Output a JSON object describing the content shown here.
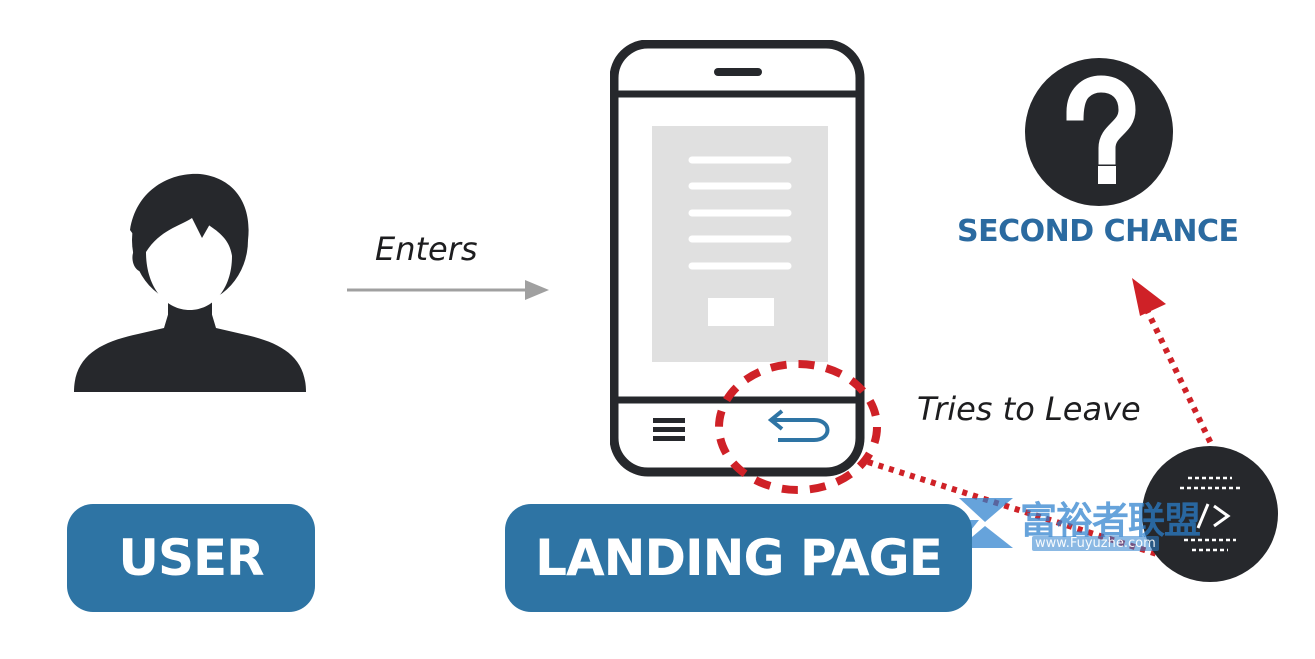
{
  "nodes": {
    "user": {
      "label": "USER"
    },
    "landing_page": {
      "label": "LANDING PAGE"
    },
    "second_chance": {
      "label": "SECOND CHANCE",
      "icon": "question-mark-icon"
    },
    "code_badge": {
      "icon": "code-icon"
    }
  },
  "edges": {
    "enters": {
      "label": "Enters"
    },
    "tries_to_leave": {
      "label": "Tries to Leave"
    }
  },
  "phone": {
    "menu_icon": "hamburger-menu-icon",
    "back_icon": "back-arrow-icon"
  },
  "watermark": {
    "text": "富裕者联盟",
    "url": "www.Fuyuzhe.com"
  },
  "colors": {
    "dark": "#26282c",
    "primary_blue": "#2e74a4",
    "heading_blue": "#2b6aa0",
    "arrow_gray": "#a0a0a0",
    "dashed_red": "#cf2127",
    "screen_gray": "#e0e0e0"
  }
}
